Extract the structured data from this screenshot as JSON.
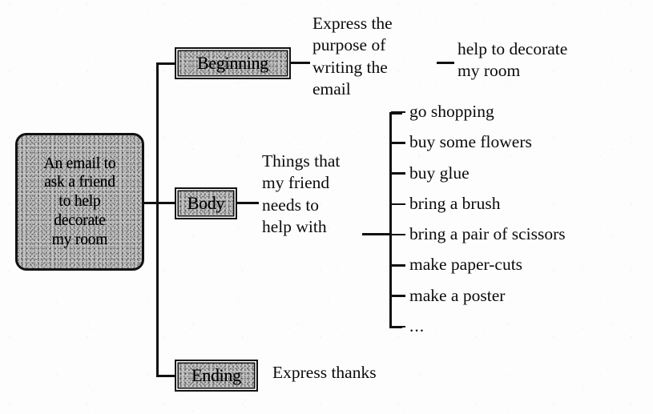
{
  "diagram": {
    "type": "mind-map",
    "title_node": {
      "id": "root",
      "label": "An email to ask a friend to help decorate my room",
      "lines": [
        "An email to",
        "ask a friend",
        "to help",
        "decorate",
        "my room"
      ]
    },
    "branches": [
      {
        "id": "beginning",
        "label": "Beginning",
        "detail": "Express the purpose of writing the email",
        "detail_lines": [
          "Express the",
          "purpose of",
          "writing the",
          "email"
        ],
        "sub_detail": "help to decorate my room",
        "sub_detail_lines": [
          "help to decorate",
          "my room"
        ],
        "connector": "dash"
      },
      {
        "id": "body",
        "label": "Body",
        "detail": "Things that my friend needs to help with",
        "detail_lines": [
          "Things that",
          "my friend",
          "needs to",
          "help with"
        ],
        "items": [
          "go shopping",
          "buy some flowers",
          "buy glue",
          "bring a brush",
          "bring a pair of scissors",
          "make paper-cuts",
          "make a poster",
          "..."
        ]
      },
      {
        "id": "ending",
        "label": "Ending",
        "detail": "Express thanks",
        "detail_lines": [
          "Express thanks"
        ]
      }
    ],
    "colors": {
      "ink": "#111111",
      "paper": "#fdfdfd",
      "node_fill": "#c2c2c2"
    }
  }
}
